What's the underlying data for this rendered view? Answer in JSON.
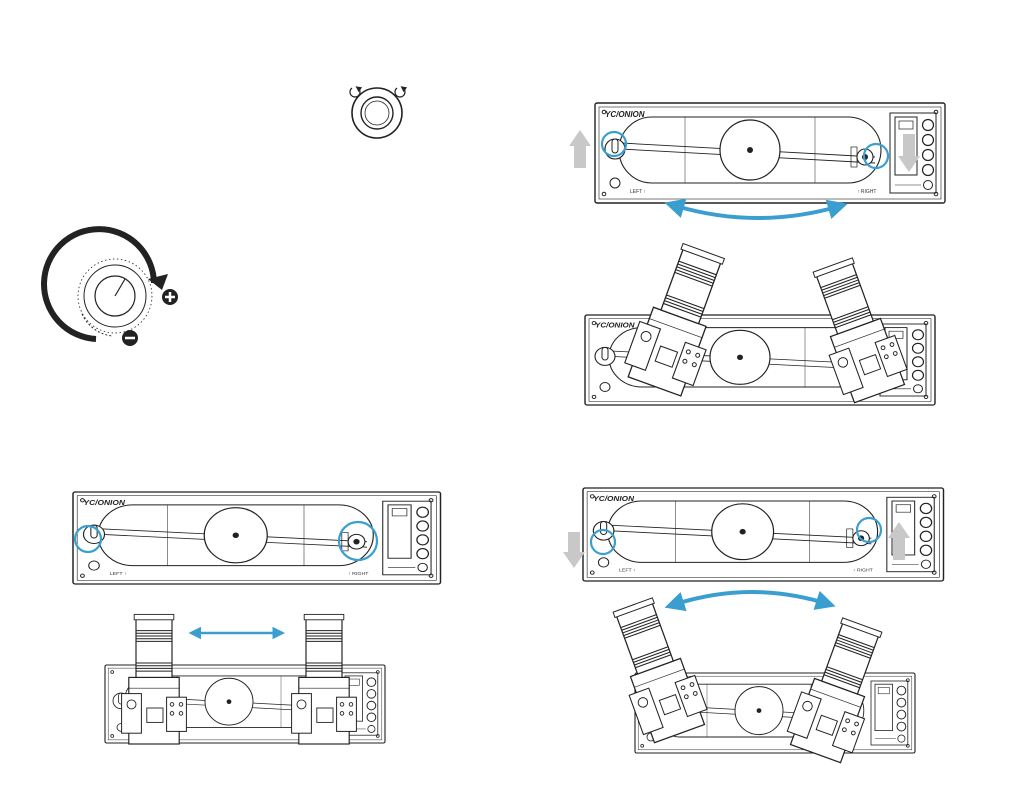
{
  "colors": {
    "accent": "#3a9fd0",
    "line": "#222222",
    "arrow_gray": "#c8c8c8"
  },
  "slider": {
    "brand": "YC/ONION",
    "left_label": "LEFT ↑",
    "right_label": "↑ RIGHT",
    "status_label": "◄ +  ►"
  },
  "icons": {
    "knob": "rotate-knob-icon",
    "adjust_dial": "adjust-dial-icon",
    "plus": "plus-icon",
    "minus": "minus-icon",
    "rotate": "rotate-arrow-icon",
    "up_arrow": "up-arrow-icon",
    "down_arrow": "down-arrow-icon",
    "double_arrow": "double-arrow-icon",
    "camera": "camera-icon"
  }
}
